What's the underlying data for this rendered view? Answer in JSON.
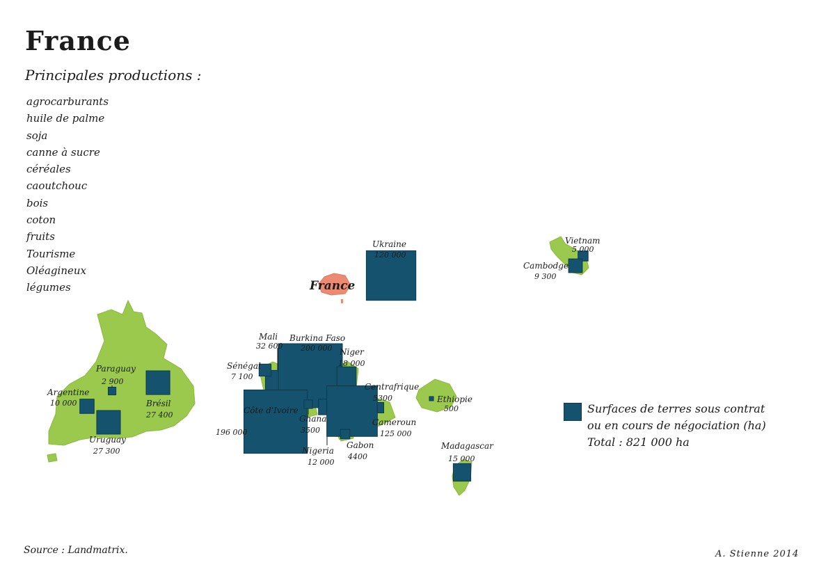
{
  "title": "France",
  "subtitle": "Principales productions :",
  "productions": [
    "agrocarburants",
    "huile de palme",
    "soja",
    "canne à sucre",
    "céréales",
    "caoutchouc",
    "bois",
    "coton",
    "fruits",
    "Tourisme",
    "Oléagineux",
    "légumes"
  ],
  "home_country_label": "France",
  "countries": [
    {
      "id": "ukraine",
      "name": "Ukraine",
      "value_label": "120 000",
      "hectares": 120000
    },
    {
      "id": "vietnam",
      "name": "Vietnam",
      "value_label": "5 000",
      "hectares": 5000
    },
    {
      "id": "cambodge",
      "name": "Cambodge",
      "value_label": "9 300",
      "hectares": 9300
    },
    {
      "id": "argentine",
      "name": "Argentine",
      "value_label": "10 000",
      "hectares": 10000
    },
    {
      "id": "paraguay",
      "name": "Paraguay",
      "value_label": "2 900",
      "hectares": 2900
    },
    {
      "id": "bresil",
      "name": "Brésil",
      "value_label": "27 400",
      "hectares": 27400
    },
    {
      "id": "uruguay",
      "name": "Uruguay",
      "value_label": "27 300",
      "hectares": 27300
    },
    {
      "id": "mali",
      "name": "Mali",
      "value_label": "32 600",
      "hectares": 32600
    },
    {
      "id": "burkina",
      "name": "Burkina Faso",
      "value_label": "200 000",
      "hectares": 200000
    },
    {
      "id": "niger",
      "name": "Niger",
      "value_label": "18 000",
      "hectares": 18000
    },
    {
      "id": "senegal",
      "name": "Sénégal",
      "value_label": "7 100",
      "hectares": 7100
    },
    {
      "id": "cotedivoire",
      "name": "Côte d'Ivoire",
      "value_label": "196 000",
      "hectares": 196000
    },
    {
      "id": "ghana",
      "name": "Ghana",
      "value_label": "3500",
      "hectares": 3500
    },
    {
      "id": "nigeria",
      "name": "Nigeria",
      "value_label": "12 000",
      "hectares": 12000
    },
    {
      "id": "centrafrique",
      "name": "Centrafrique",
      "value_label": "5300",
      "hectares": 5300
    },
    {
      "id": "cameroun",
      "name": "Cameroun",
      "value_label": "125 000",
      "hectares": 125000
    },
    {
      "id": "gabon",
      "name": "Gabon",
      "value_label": "4400",
      "hectares": 4400
    },
    {
      "id": "ethiopie",
      "name": "Ethiopie",
      "value_label": "500",
      "hectares": 500
    },
    {
      "id": "madagascar",
      "name": "Madagascar",
      "value_label": "15 000",
      "hectares": 15000
    }
  ],
  "legend": {
    "line1": "Surfaces de terres sous contrat",
    "line2": "ou en cours de négociation (ha)",
    "total": "Total : 821 000 ha"
  },
  "source": "Source : Landmatrix.",
  "signature": "A. Stienne 2014",
  "colors": {
    "land": "#9bc94e",
    "square": "#14526e",
    "home": "#ec8a72"
  }
}
